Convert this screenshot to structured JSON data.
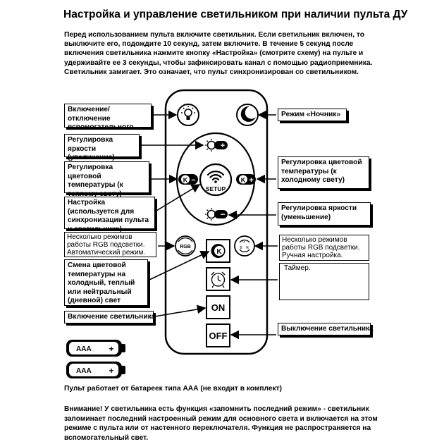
{
  "title": "Настройка и управление светильником при наличии пульта ДУ",
  "intro": "Перед использованием пульта включите светильник. Если светильник включен, то выключите его, подождите 10 секунд, затем включите. В течение 5 секунд после включения светильника нажмите кнопку «Настройка» (смотрите схему) на пульте и удерживайте ее 3 секунды, чтобы зафиксировать канал с помощью радиоприемника. Светильник замигает. Это означает, что пульт синхронизирован со светильником.",
  "labels": {
    "onoff_aux": "Включение/отключение вспомогательного света",
    "bright_up": "Регулировка яркости (увеличение)",
    "temp_warm": "Регулировка цветовой температуры (к теплому свету)",
    "setup": "Настройка (используется для синхронизации пульта и светильника)",
    "rgb_auto": "Несколько режимов работы RGB подсветки. Автоматический режим.",
    "temp_switch": "Смена цветовой температуры на холодный, теплый или нейтральный (дневной) свет",
    "on": "Включение светильника",
    "night": "Режим «Ночник»",
    "temp_cold": "Регулировка цветовой температуры (к холодному свету)",
    "bright_down": "Регулировка яркости (уменьшение)",
    "rgb_manual": "Несколько режимов работы RGB подсветки. Ручная настройка.",
    "timer": "Таймер.",
    "off": "Выключение светильника"
  },
  "remote": {
    "setup_label": "SETUP",
    "rgb_label": "RGB",
    "on_label": "ON",
    "off_label": "OFF",
    "k_label": "K"
  },
  "batteries": [
    {
      "label": "AAA",
      "sign": "+"
    },
    {
      "label": "AAA",
      "sign": "+"
    }
  ],
  "footer_battery": "Пульт работает от батареек типа ААА (не входит в комплект)",
  "footer_note": "Внимание! У светильника есть функция «запомнить последний режим» - светильник запоминает последний настроенный режим для основного света и включается на этом режиме с пульта или от настенного переключателя. Функция не распространяется на вспомогательный свет."
}
